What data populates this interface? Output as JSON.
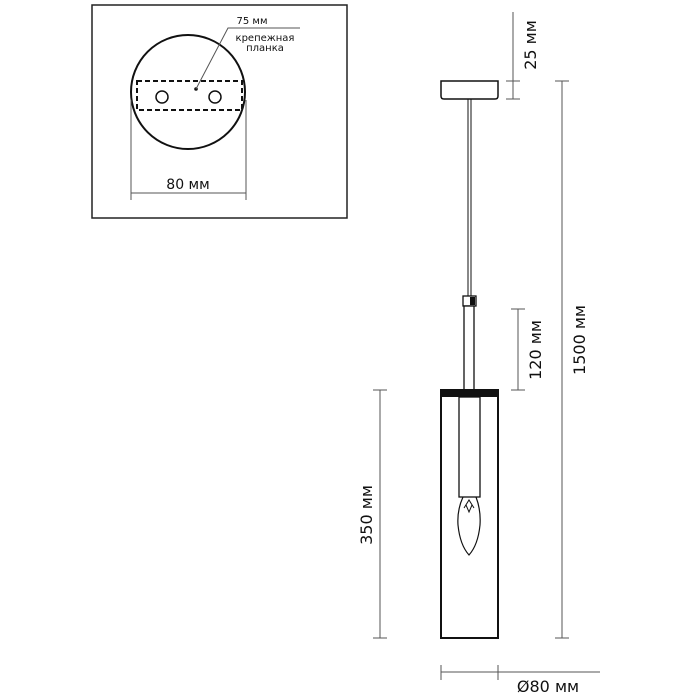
{
  "mount_detail": {
    "plate_width_label": "75 мм",
    "plate_name_label": [
      "крепежная",
      "планка"
    ],
    "canopy_diameter_label": "80 мм"
  },
  "dimensions": {
    "canopy_height": "25 мм",
    "total_height": "1500 мм",
    "tube_length": "120 мм",
    "shade_height": "350 мм",
    "shade_diameter": "Ø80 мм"
  }
}
